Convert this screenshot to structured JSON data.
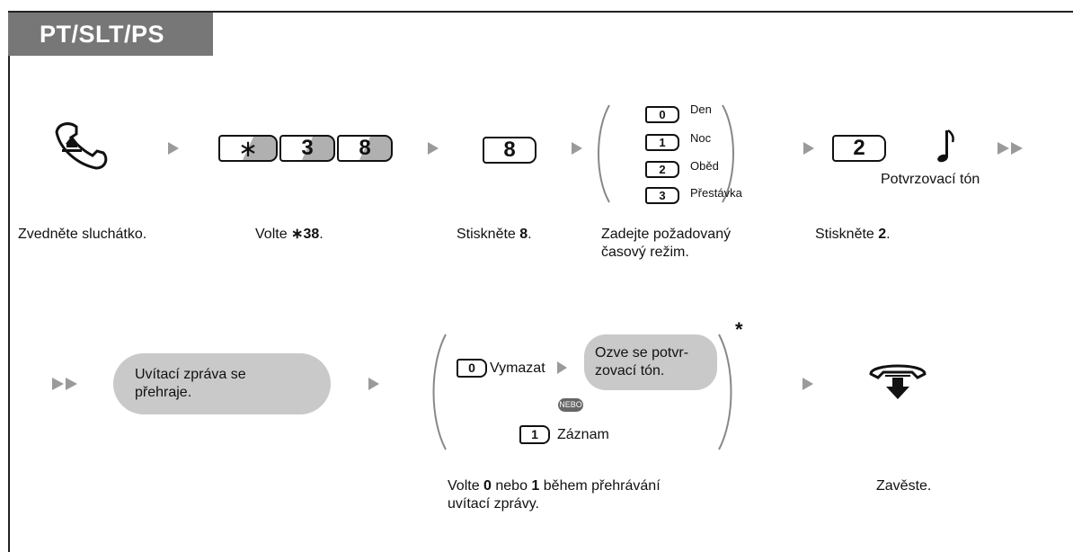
{
  "header": {
    "tab_label": "PT/SLT/PS"
  },
  "row1": {
    "keys_dial": [
      "∗",
      "3",
      "8"
    ],
    "key_press8": "8",
    "modes": [
      {
        "key": "0",
        "label": "Den"
      },
      {
        "key": "1",
        "label": "Noc"
      },
      {
        "key": "2",
        "label": "Oběd"
      },
      {
        "key": "3",
        "label": "Přestávka"
      }
    ],
    "key_press2": "2",
    "confirm_tone": "Potvrzovací tón",
    "captions": {
      "lift_handset": "Zvedněte sluchátko.",
      "dial_prefix": "Volte ",
      "dial_star": "∗",
      "dial_bold": "38",
      "dial_suffix": ".",
      "press8_prefix": "Stiskněte ",
      "press8_bold": "8",
      "press8_suffix": ".",
      "enter_mode_line1": "Zadejte požadovaný",
      "enter_mode_line2": "časový režim.",
      "press2_prefix": "Stiskněte ",
      "press2_bold": "2",
      "press2_suffix": "."
    }
  },
  "row2": {
    "greeting_line1": "Uvítací zpráva se",
    "greeting_line2": "přehraje.",
    "option_clear_key": "0",
    "option_clear_label": "Vymazat",
    "tone_line1": "Ozve se potvr-",
    "tone_line2": "zovací tón.",
    "or_label": "NEBO",
    "option_record_key": "1",
    "option_record_label": "Záznam",
    "asterisk": "*",
    "captions": {
      "dial_a": "Volte ",
      "dial_b": "0",
      "dial_c": " nebo ",
      "dial_d": "1",
      "dial_e": " během přehrávání",
      "dial_line2": "uvítací zprávy.",
      "hang_up": "Zavěste."
    }
  },
  "colors": {
    "tab": "#777777",
    "arrow": "#9a9a9a",
    "pill": "#c9c9c9",
    "key_shade": "#b0b0b0"
  },
  "icons": [
    "handset-off-hook-icon",
    "handset-on-hook-icon",
    "music-note-icon",
    "play-arrow-icon",
    "double-arrow-icon",
    "bracket-icon"
  ]
}
